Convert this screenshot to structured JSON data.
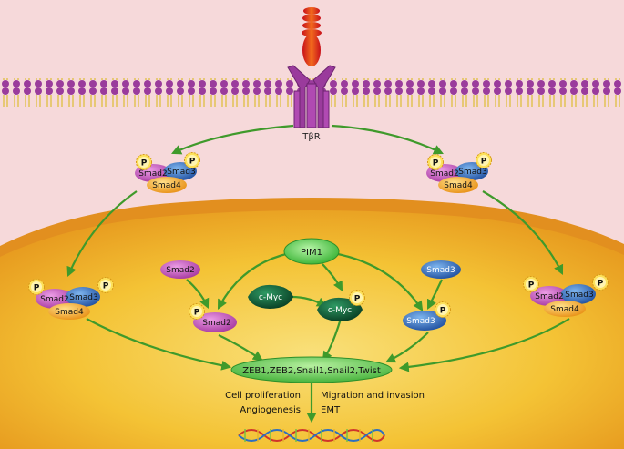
{
  "receptor": {
    "label": "TβR"
  },
  "phospho": {
    "label": "P"
  },
  "complex_left": {
    "smad2": "Smad2",
    "smad3": "Smad3",
    "smad4": "Smad4"
  },
  "complex_right": {
    "smad2": "Smad2",
    "smad3": "Smad3",
    "smad4": "Smad4"
  },
  "nuclear_complex_left": {
    "smad2": "Smad2",
    "smad3": "Smad3",
    "smad4": "Smad4"
  },
  "nuclear_complex_right": {
    "smad2": "Smad2",
    "smad3": "Smad3",
    "smad4": "Smad4"
  },
  "pim1": {
    "label": "PIM1"
  },
  "smad2_free": {
    "label": "Smad2"
  },
  "smad3_free": {
    "label": "Smad3"
  },
  "cmyc": {
    "label": "c-Myc"
  },
  "cmyc_p": {
    "label": "c-Myc"
  },
  "smad2_p": {
    "label": "Smad2"
  },
  "smad3_p": {
    "label": "Smad3"
  },
  "targets": {
    "label": "ZEB1,ZEB2,Snail1,Snail2,Twist"
  },
  "outcomes": {
    "cell_proliferation": "Cell proliferation",
    "angiogenesis": "Angiogenesis",
    "migration_invasion": "Migration and invasion",
    "emt": "EMT"
  },
  "colors": {
    "membrane_purple": "#9a3b9c",
    "arrow_green": "#3f9a2b",
    "smad2_magenta": "#c45fbf",
    "smad3_blue": "#2f6fbd",
    "smad4_orange": "#f2a72c",
    "nucleus_yellow": "#f4c335",
    "pim1_green": "#5fd05a",
    "cmyc_dark": "#0e5a34"
  }
}
